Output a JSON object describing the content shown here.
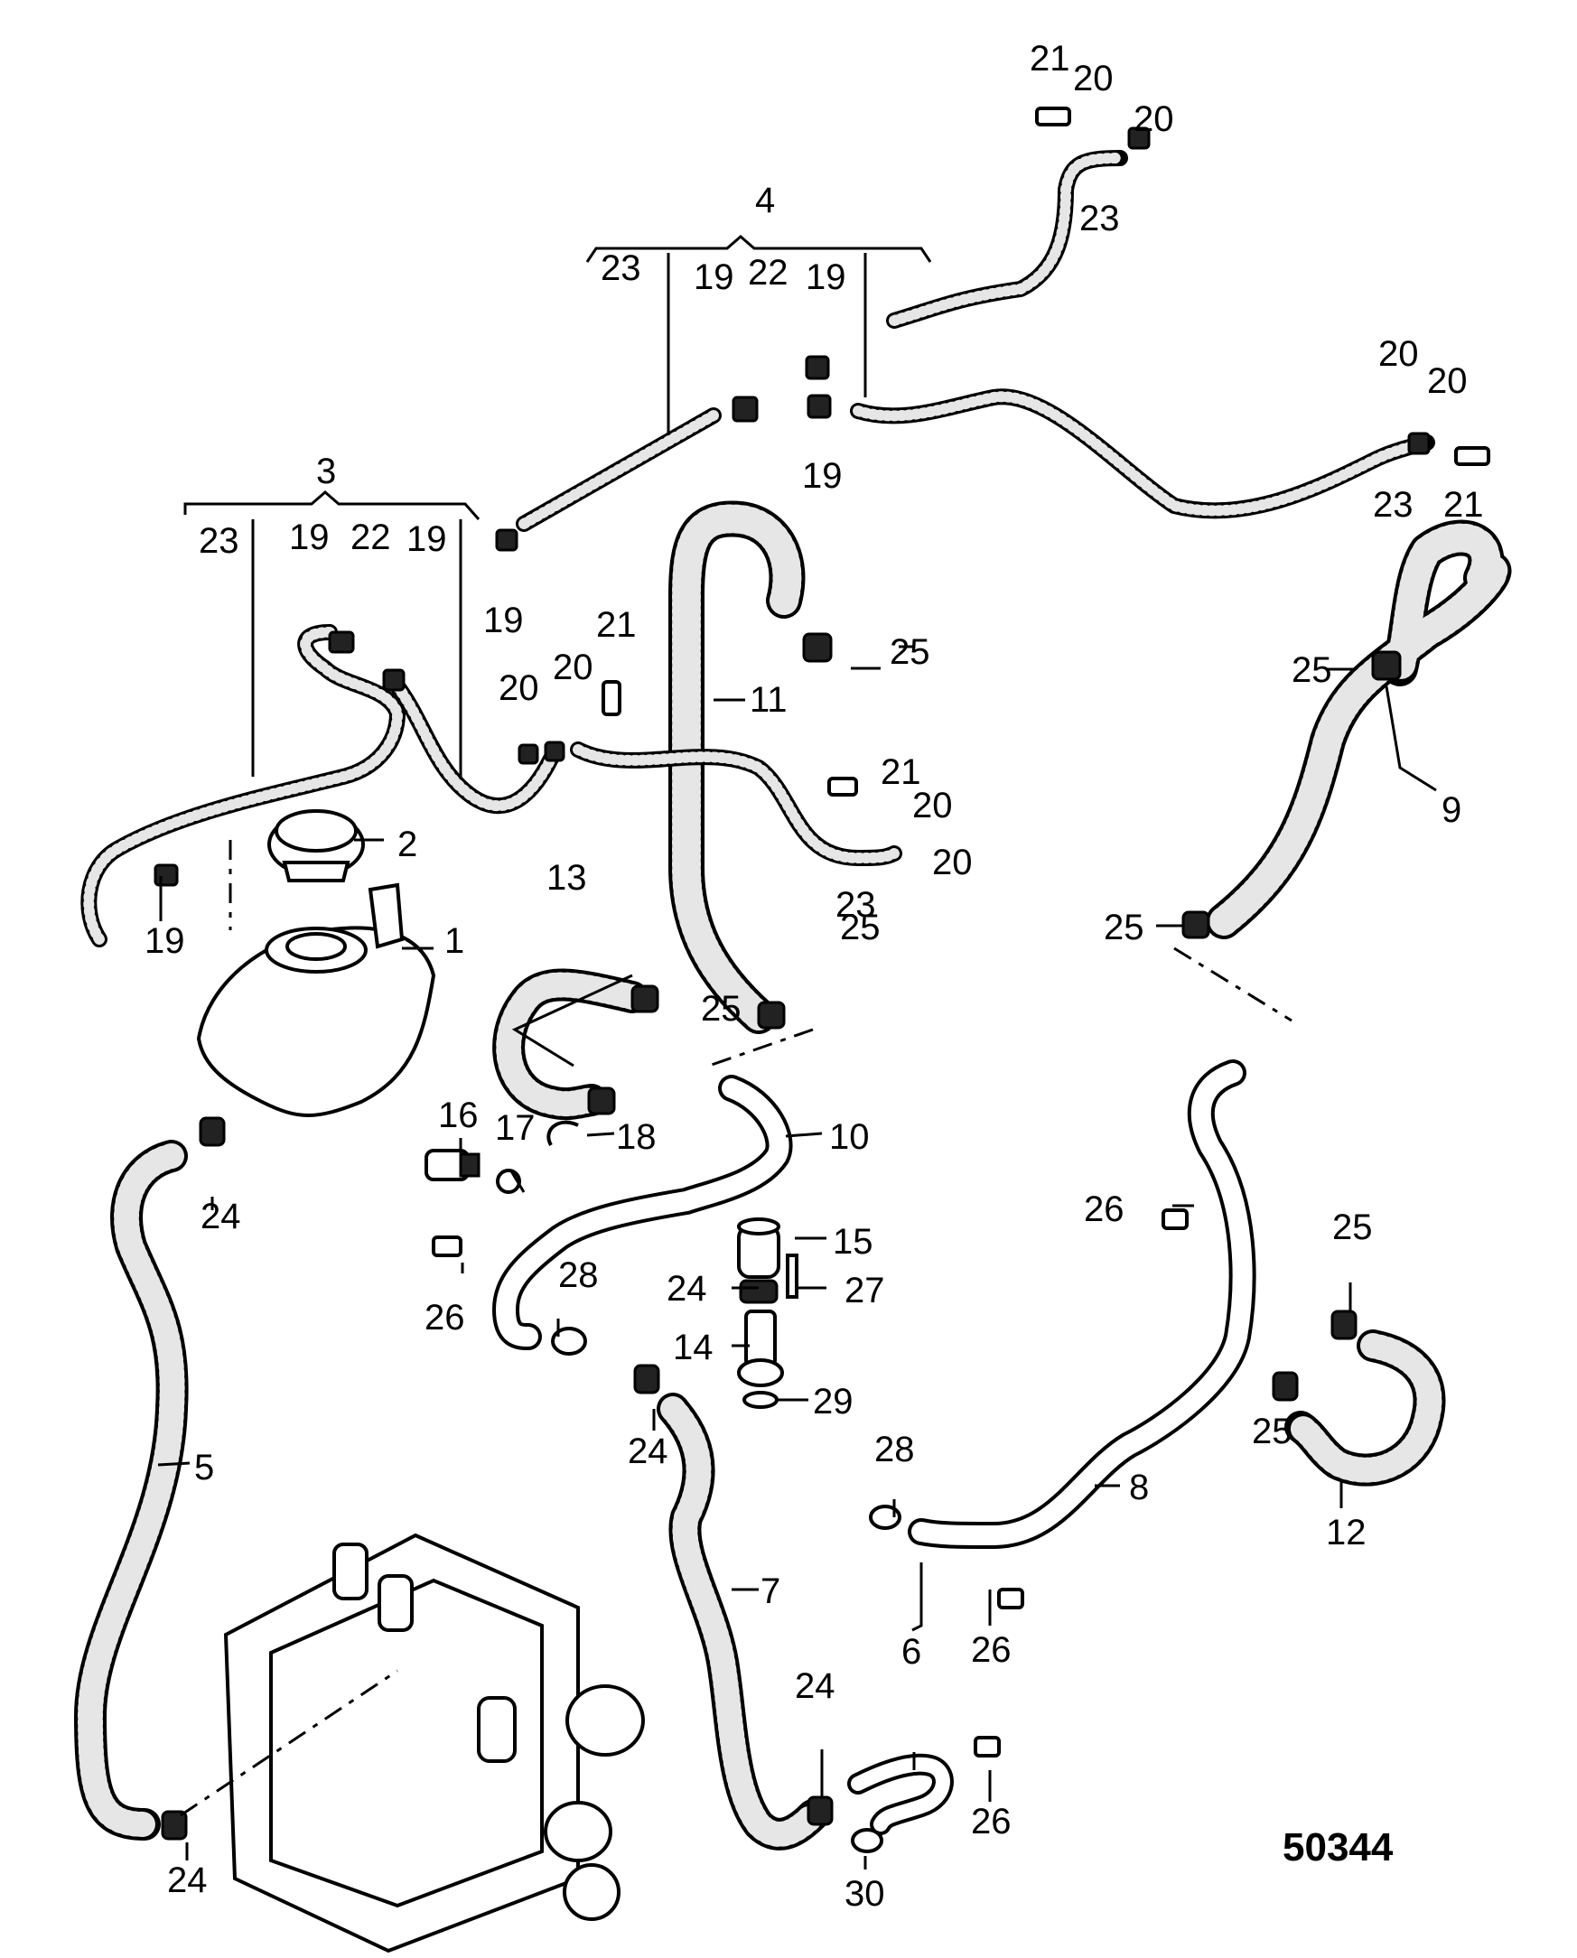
{
  "figure_number": "50344",
  "callouts": [
    {
      "id": "c1",
      "text": "1"
    },
    {
      "id": "c2",
      "text": "2"
    },
    {
      "id": "c3",
      "text": "3"
    },
    {
      "id": "c4",
      "text": "4"
    },
    {
      "id": "c5",
      "text": "5"
    },
    {
      "id": "c6",
      "text": "6"
    },
    {
      "id": "c7",
      "text": "7"
    },
    {
      "id": "c8",
      "text": "8"
    },
    {
      "id": "c9",
      "text": "9"
    },
    {
      "id": "c10",
      "text": "10"
    },
    {
      "id": "c11",
      "text": "11"
    },
    {
      "id": "c12",
      "text": "12"
    },
    {
      "id": "c13",
      "text": "13"
    },
    {
      "id": "c14",
      "text": "14"
    },
    {
      "id": "c15",
      "text": "15"
    },
    {
      "id": "c16",
      "text": "16"
    },
    {
      "id": "c17",
      "text": "17"
    },
    {
      "id": "c18",
      "text": "18"
    },
    {
      "id": "c19a",
      "text": "19"
    },
    {
      "id": "c19b",
      "text": "19"
    },
    {
      "id": "c19c",
      "text": "19"
    },
    {
      "id": "c19d",
      "text": "19"
    },
    {
      "id": "c19e",
      "text": "19"
    },
    {
      "id": "c19f",
      "text": "19"
    },
    {
      "id": "c20a",
      "text": "20"
    },
    {
      "id": "c20b",
      "text": "20"
    },
    {
      "id": "c20c",
      "text": "20"
    },
    {
      "id": "c20d",
      "text": "20"
    },
    {
      "id": "c20e",
      "text": "20"
    },
    {
      "id": "c20f",
      "text": "20"
    },
    {
      "id": "c20g",
      "text": "20"
    },
    {
      "id": "c20h",
      "text": "20"
    },
    {
      "id": "c21a",
      "text": "21"
    },
    {
      "id": "c21b",
      "text": "21"
    },
    {
      "id": "c21c",
      "text": "21"
    },
    {
      "id": "c21d",
      "text": "21"
    },
    {
      "id": "c22a",
      "text": "22"
    },
    {
      "id": "c22b",
      "text": "22"
    },
    {
      "id": "c23a",
      "text": "23"
    },
    {
      "id": "c23b",
      "text": "23"
    },
    {
      "id": "c23c",
      "text": "23"
    },
    {
      "id": "c23d",
      "text": "23"
    },
    {
      "id": "c23e",
      "text": "23"
    },
    {
      "id": "c24a",
      "text": "24"
    },
    {
      "id": "c24b",
      "text": "24"
    },
    {
      "id": "c24c",
      "text": "24"
    },
    {
      "id": "c24d",
      "text": "24"
    },
    {
      "id": "c24e",
      "text": "24"
    },
    {
      "id": "c25a",
      "text": "25"
    },
    {
      "id": "c25b",
      "text": "25"
    },
    {
      "id": "c25c",
      "text": "25"
    },
    {
      "id": "c25d",
      "text": "25"
    },
    {
      "id": "c25e",
      "text": "25"
    },
    {
      "id": "c25f",
      "text": "25"
    },
    {
      "id": "c25g",
      "text": "25"
    },
    {
      "id": "c26a",
      "text": "26"
    },
    {
      "id": "c26b",
      "text": "26"
    },
    {
      "id": "c26c",
      "text": "26"
    },
    {
      "id": "c26d",
      "text": "26"
    },
    {
      "id": "c27",
      "text": "27"
    },
    {
      "id": "c28a",
      "text": "28"
    },
    {
      "id": "c28b",
      "text": "28"
    },
    {
      "id": "c29",
      "text": "29"
    },
    {
      "id": "c30",
      "text": "30"
    }
  ]
}
